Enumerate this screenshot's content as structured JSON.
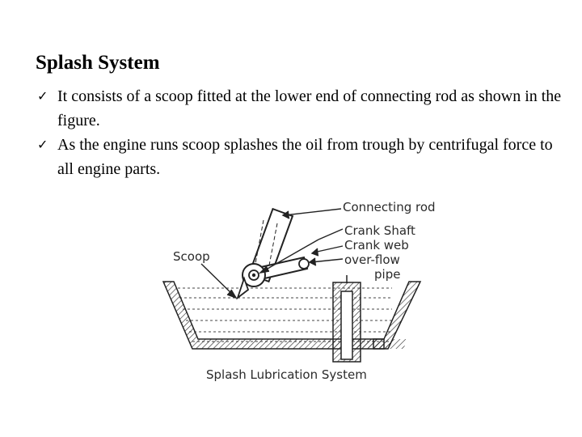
{
  "title": "Splash System",
  "bullets": [
    {
      "icon": "checkmark-icon",
      "text": "It consists of a scoop fitted at the lower end of connecting rod as shown in the figure."
    },
    {
      "icon": "checkmark-icon",
      "text": "As the engine runs scoop splashes the oil from trough by centrifugal force to all engine parts."
    }
  ],
  "figure": {
    "labels": {
      "connecting_rod": "Connecting rod",
      "crank_shaft": "Crank Shaft",
      "crank_web": "Crank web",
      "overflow": "over-flow",
      "pipe": "pipe",
      "scoop": "Scoop"
    },
    "caption": "Splash Lubrication System"
  }
}
